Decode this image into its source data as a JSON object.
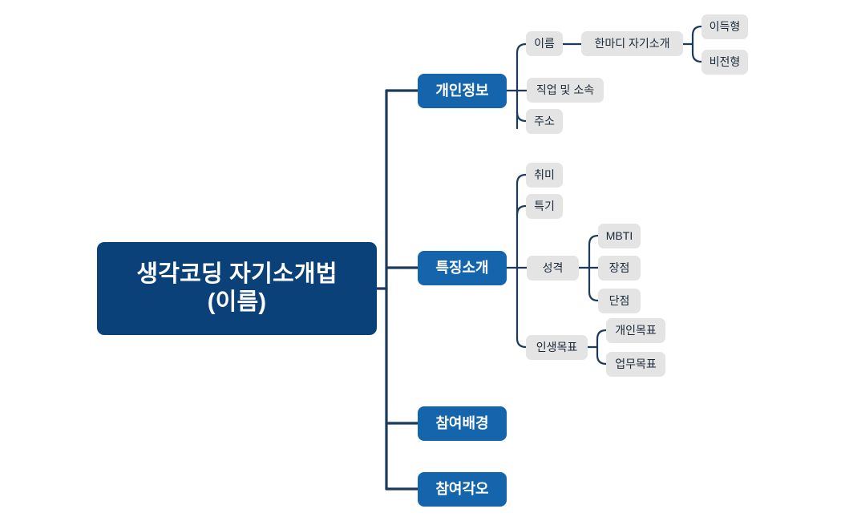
{
  "diagram": {
    "type": "mind-map",
    "title": "생각코딩 자기소개법 (이름)",
    "colors": {
      "root_fill": "#0b4179",
      "branch_fill": "#1565ad",
      "leaf_fill": "#e4e4e4",
      "connector": "#1b3a5c",
      "root_text": "#ffffff",
      "branch_text": "#ffffff",
      "leaf_text": "#1b2a3a",
      "background": "#ffffff"
    },
    "root": {
      "label": "생각코딩 자기소개법\n(이름)"
    },
    "branches": [
      {
        "label": "개인정보",
        "children": [
          {
            "label": "이름",
            "children": [
              {
                "label": "한마디 자기소개",
                "children": [
                  {
                    "label": "이득형"
                  },
                  {
                    "label": "비전형"
                  }
                ]
              }
            ]
          },
          {
            "label": "직업 및 소속"
          },
          {
            "label": "주소"
          }
        ]
      },
      {
        "label": "특징소개",
        "children": [
          {
            "label": "취미"
          },
          {
            "label": "특기"
          },
          {
            "label": "성격",
            "children": [
              {
                "label": "MBTI"
              },
              {
                "label": "장점"
              },
              {
                "label": "단점"
              }
            ]
          },
          {
            "label": "인생목표",
            "children": [
              {
                "label": "개인목표"
              },
              {
                "label": "업무목표"
              }
            ]
          }
        ]
      },
      {
        "label": "참여배경",
        "children": []
      },
      {
        "label": "참여각오",
        "children": []
      }
    ]
  }
}
